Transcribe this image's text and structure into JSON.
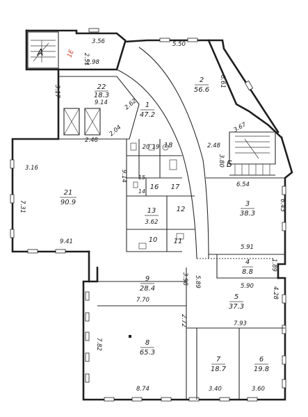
{
  "rooms": [
    {
      "id": "1",
      "area": "47.2"
    },
    {
      "id": "2",
      "area": "56.6"
    },
    {
      "id": "3",
      "area": "38.3"
    },
    {
      "id": "4",
      "area": "8.8"
    },
    {
      "id": "5",
      "area": "37.3"
    },
    {
      "id": "6",
      "area": "19.8"
    },
    {
      "id": "7",
      "area": "18.7"
    },
    {
      "id": "8",
      "area": "65.3"
    },
    {
      "id": "9",
      "area": "28.4"
    },
    {
      "id": "10",
      "area": ""
    },
    {
      "id": "11",
      "area": ""
    },
    {
      "id": "12",
      "area": ""
    },
    {
      "id": "13",
      "area": "3.62"
    },
    {
      "id": "16",
      "area": ""
    },
    {
      "id": "17",
      "area": ""
    },
    {
      "id": "18",
      "area": ""
    },
    {
      "id": "19",
      "area": ""
    },
    {
      "id": "20",
      "area": ""
    },
    {
      "id": "21",
      "area": "90.9"
    },
    {
      "id": "22",
      "area": "18.3"
    }
  ],
  "stair_labels": {
    "a": "А",
    "b": "Б"
  },
  "marks": {
    "red": "1Е",
    "small_14": "14",
    "small_15": "15"
  },
  "dims": {
    "d356": "3.56",
    "d550": "5.50",
    "d251": "2.51",
    "d298": "2.98",
    "d317": "3.17",
    "d914a": "9.14",
    "d262": "2.62",
    "d861": "8.61",
    "d204": "2.04",
    "d248a": "2.48",
    "d316": "3.16",
    "d248b": "2.48",
    "d367": "3.67",
    "d380": "3.80",
    "d914b": "9.14",
    "d654": "6.54",
    "d643": "6.43",
    "d731": "7.31",
    "d941": "9.41",
    "d591": "5.91",
    "d398": "3.98",
    "d589": "5.89",
    "d189": "1.89",
    "d590": "5.90",
    "d428": "4.28",
    "d770": "7.70",
    "d272": "2.72",
    "d793": "7.93",
    "d782": "7.82",
    "d874": "8.74",
    "d340": "3.40",
    "d360": "3.60"
  }
}
